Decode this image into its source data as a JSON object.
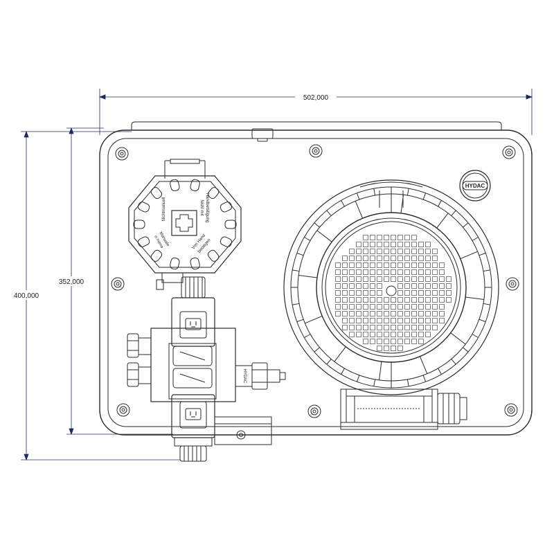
{
  "drawing": {
    "dimensions": {
      "overall_width": "502,000",
      "overall_height": "400,000",
      "panel_height": "352,000"
    },
    "brand_badge": "HYDAC",
    "gauge_text": [
      "Nichtmanuell",
      "Nicht mit",
      "Handbetätigung",
      "Von Hand",
      "betätigen",
      "Manuale",
      "o meno"
    ],
    "valve_label": "HYDAC",
    "colors": {
      "line": "#2a2a2a",
      "dimension": "#1f2a5c",
      "background": "#ffffff"
    }
  }
}
